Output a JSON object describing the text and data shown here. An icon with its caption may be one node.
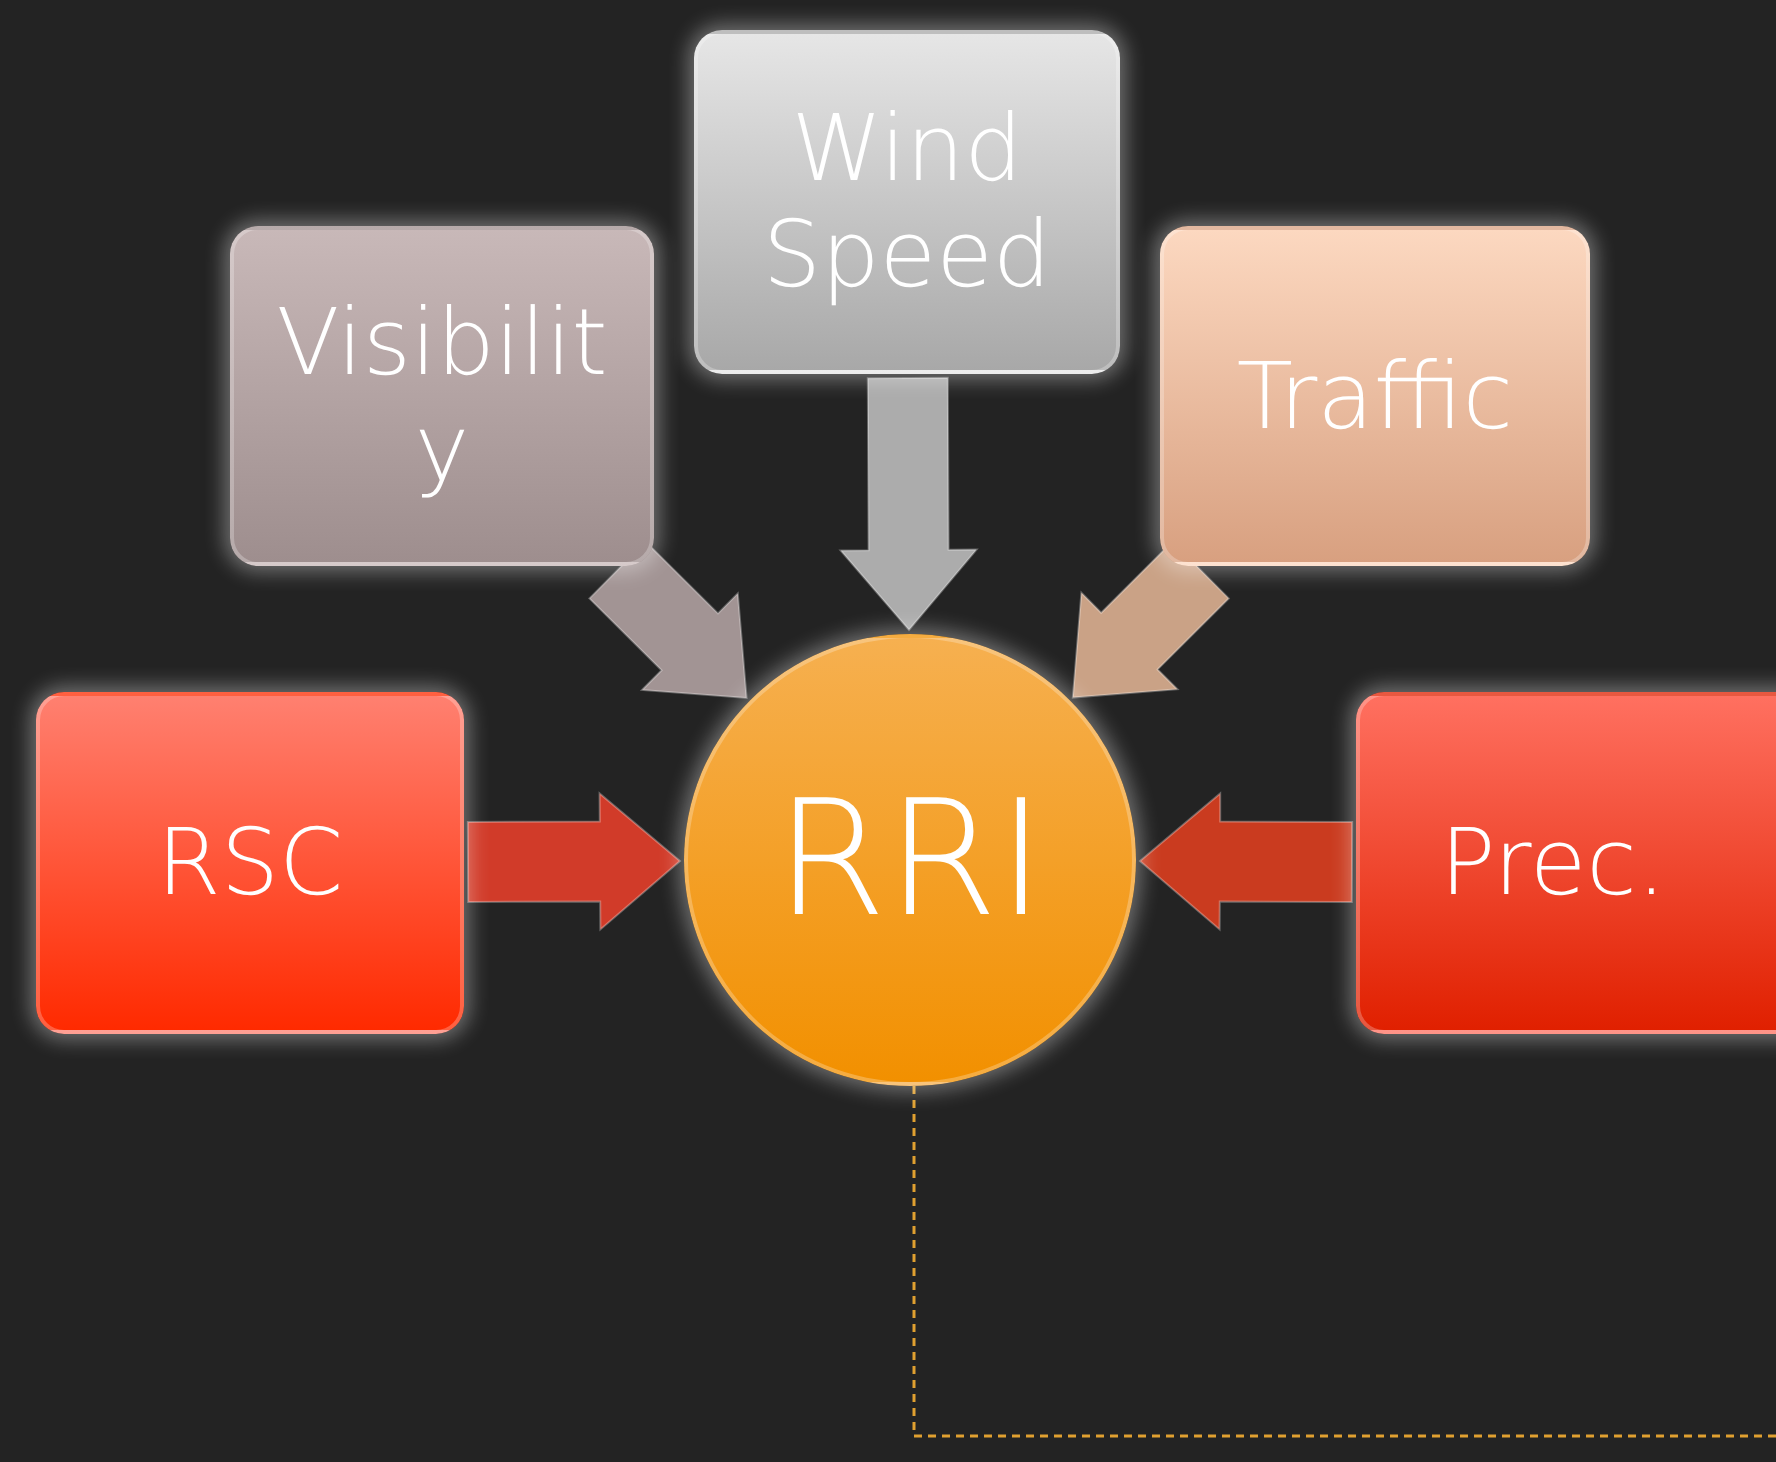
{
  "diagram": {
    "nodes": [
      {
        "text": [
          "Wind Speed"
        ]
      },
      {
        "text": [
          "Visibility"
        ]
      },
      {
        "text": [
          "Traffic"
        ]
      },
      {
        "text": [
          "RSC"
        ]
      },
      {
        "text": [
          "RRI"
        ]
      },
      {
        "text": [
          "Prec."
        ]
      }
    ],
    "edges": [
      {
        "from": 0,
        "to": 4,
        "arrow": "to",
        "color": "#c4c4c4"
      },
      {
        "from": 1,
        "to": 4,
        "arrow": "to",
        "color": "#b8a8a8"
      },
      {
        "from": 2,
        "to": 4,
        "arrow": "to",
        "color": "#e8b898"
      },
      {
        "from": 3,
        "to": 4,
        "arrow": "to",
        "color": "#f0402a"
      },
      {
        "from": 5,
        "to": 4,
        "arrow": "to",
        "color": "#e8401e"
      },
      {
        "from": 4,
        "to": null,
        "arrow": "none",
        "style": "dashed",
        "color": "#e0a030"
      }
    ]
  }
}
